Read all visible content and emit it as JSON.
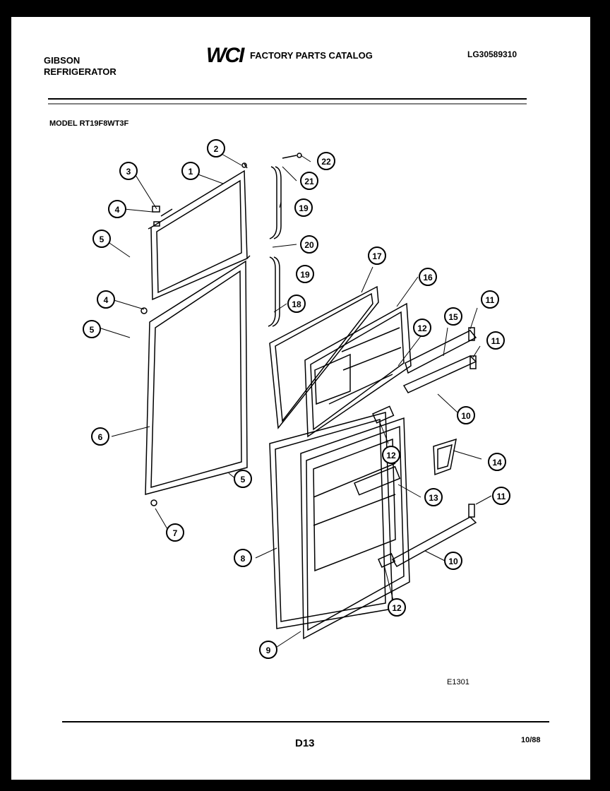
{
  "header": {
    "brand_line1": "GIBSON",
    "brand_line2": "REFRIGERATOR",
    "logo": "WCI",
    "catalog_title": "FACTORY PARTS CATALOG",
    "doc_number": "LG30589310"
  },
  "model_label": "MODEL RT19F8WT3F",
  "callouts": [
    "1",
    "2",
    "3",
    "4",
    "5",
    "4",
    "5",
    "6",
    "5",
    "7",
    "22",
    "21",
    "19",
    "20",
    "19",
    "18",
    "17",
    "16",
    "12",
    "15",
    "11",
    "11",
    "10",
    "12",
    "14",
    "13",
    "8",
    "11",
    "10",
    "9",
    "12"
  ],
  "footer": {
    "diagram_code": "E1301",
    "page_code": "D13",
    "date_code": "10/88"
  }
}
